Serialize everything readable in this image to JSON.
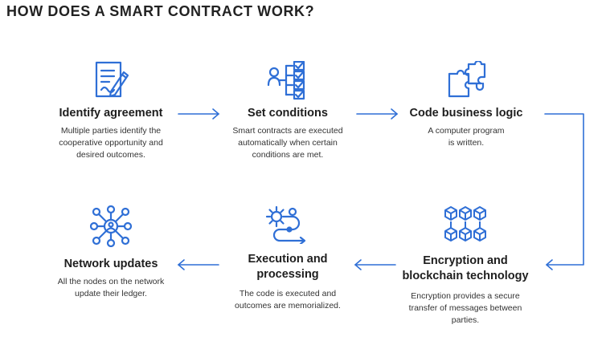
{
  "title": "HOW DOES A SMART CONTRACT WORK?",
  "steps": [
    {
      "heading": "Identify agreement",
      "body": [
        "Multiple parties identify the",
        "cooperative opportunity and",
        "desired outcomes."
      ],
      "icon": "contract-pen-icon"
    },
    {
      "heading": "Set conditions",
      "body": [
        "Smart contracts are executed",
        "automatically when certain",
        "conditions are met."
      ],
      "icon": "checklist-person-icon"
    },
    {
      "heading": "Code business logic",
      "body": [
        "A computer program",
        "is written."
      ],
      "icon": "puzzle-icon"
    },
    {
      "heading": "Encryption and blockchain technology",
      "heading_lines": [
        "Encryption and",
        "blockchain technology"
      ],
      "body": [
        "Encryption provides a secure",
        "transfer of messages between",
        "parties."
      ],
      "icon": "blockchain-cubes-icon"
    },
    {
      "heading": "Execution and processing",
      "heading_lines": [
        "Execution and",
        "processing"
      ],
      "body": [
        "The code is executed and",
        "outcomes are memorialized."
      ],
      "icon": "gear-flow-icon"
    },
    {
      "heading": "Network updates",
      "body": [
        "All the nodes on the network",
        "update their ledger."
      ],
      "icon": "network-nodes-icon"
    }
  ],
  "colors": {
    "accent": "#2f6fd6",
    "text": "#1f1f1f"
  }
}
